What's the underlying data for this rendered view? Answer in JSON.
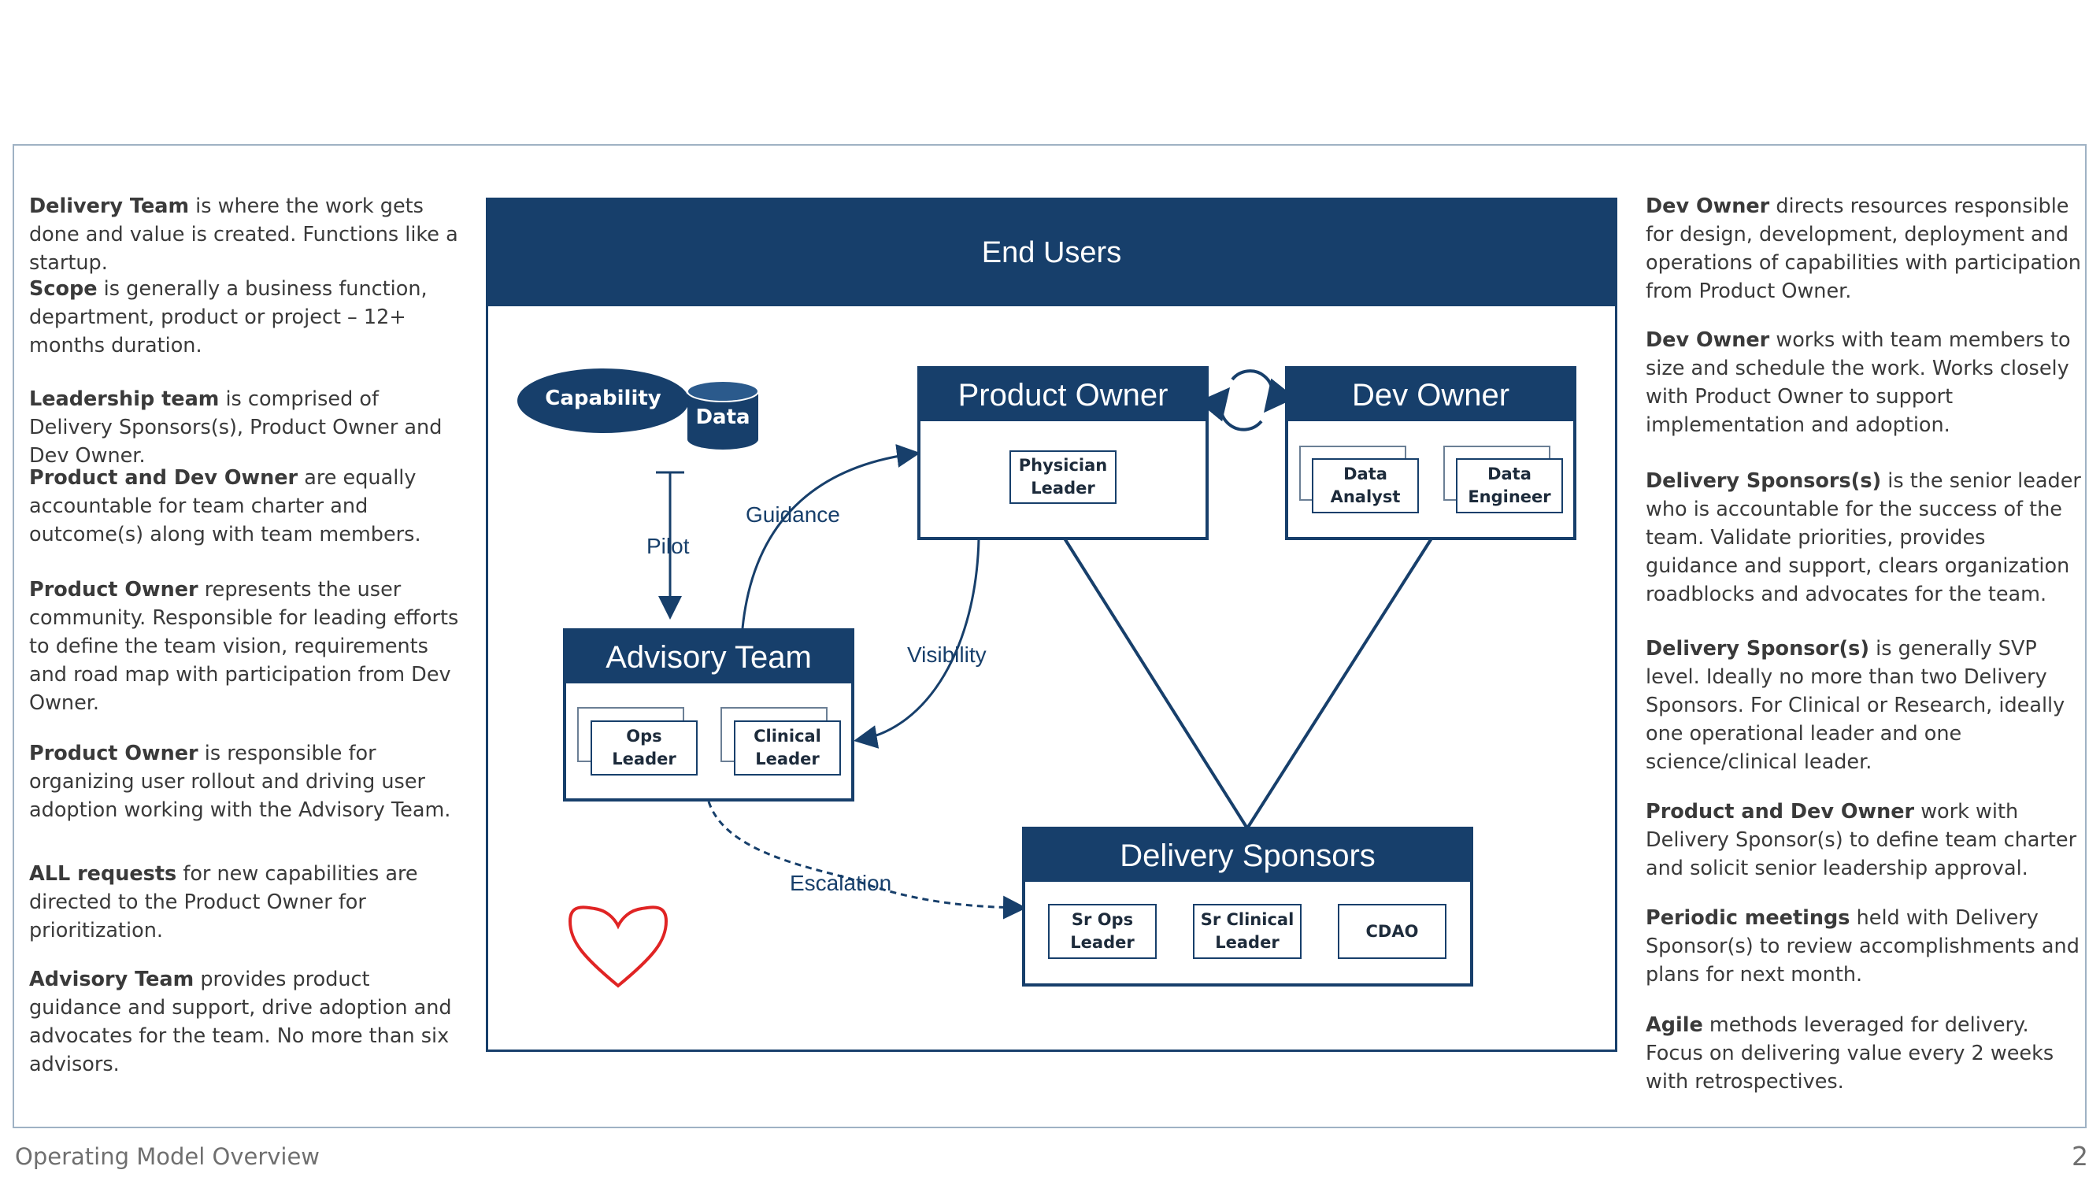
{
  "left_column": [
    {
      "bold": "Delivery Team",
      "text": " is where the work gets done and value is created. Functions like a startup."
    },
    {
      "bold": "Scope",
      "text": " is generally a business function, department, product or project – 12+ months duration."
    },
    {
      "bold": "Leadership team",
      "text": " is comprised of Delivery Sponsors(s), Product Owner and Dev Owner."
    },
    {
      "bold": "Product and Dev Owner",
      "text": " are equally accountable for team charter and outcome(s) along with team members."
    },
    {
      "bold": "Product Owner",
      "text": " represents the user community. Responsible for leading efforts to define the team vision, requirements and road map with participation from Dev Owner."
    },
    {
      "bold": "Product Owner",
      "text": " is responsible for organizing user rollout and driving user adoption working with the Advisory Team."
    },
    {
      "bold": "ALL requests",
      "text": " for new capabilities are directed to the Product Owner for prioritization."
    },
    {
      "bold": "Advisory Team",
      "text": " provides product guidance and support, drive adoption and advocates for the team. No more than six advisors."
    }
  ],
  "right_column": [
    {
      "bold": "Dev Owner",
      "text": " directs resources responsible for design, development, deployment and operations of capabilities with participation from Product Owner."
    },
    {
      "bold": "Dev Owner",
      "text": " works with team members to size and schedule the work. Works closely with Product Owner to support implementation and adoption."
    },
    {
      "bold": "Delivery Sponsors(s)",
      "text": " is the senior leader who is accountable for the success of the team. Validate priorities, provides guidance and support, clears organization roadblocks and advocates for the team."
    },
    {
      "bold": "Delivery Sponsor(s)",
      "text": " is generally SVP level. Ideally no more than two Delivery Sponsors. For Clinical or Research, ideally one operational leader and one science/clinical leader."
    },
    {
      "bold": "Product and Dev Owner",
      "text": " work with Delivery Sponsor(s) to define team charter and solicit senior leadership approval."
    },
    {
      "bold": "Periodic meetings",
      "text": " held with Delivery Sponsor(s) to review accomplishments and plans for next month."
    },
    {
      "bold": "Agile",
      "text": " methods leveraged for delivery. Focus on delivering value every 2 weeks with retrospectives."
    }
  ],
  "diagram": {
    "end_users": "End Users",
    "capability": "Capability",
    "data": "Data",
    "product_owner": {
      "title": "Product Owner",
      "members": [
        "Physician\nLeader"
      ]
    },
    "dev_owner": {
      "title": "Dev Owner",
      "members": [
        "Data\nAnalyst",
        "Data\nEngineer"
      ]
    },
    "advisory_team": {
      "title": "Advisory Team",
      "members": [
        "Ops\nLeader",
        "Clinical\nLeader"
      ]
    },
    "delivery_sponsors": {
      "title": "Delivery Sponsors",
      "members": [
        "Sr Ops\nLeader",
        "Sr Clinical\nLeader",
        "CDAO"
      ]
    },
    "labels": {
      "pilot": "Pilot",
      "guidance": "Guidance",
      "visibility": "Visibility",
      "escalation": "Escalation"
    }
  },
  "colors": {
    "navy": "#173f6b",
    "heart": "#e02424",
    "text": "#3a3a3a"
  },
  "icons": [
    "cycle-arrows-icon",
    "heart-icon",
    "database-icon"
  ],
  "footer": {
    "title": "Operating Model Overview",
    "page": "2"
  }
}
